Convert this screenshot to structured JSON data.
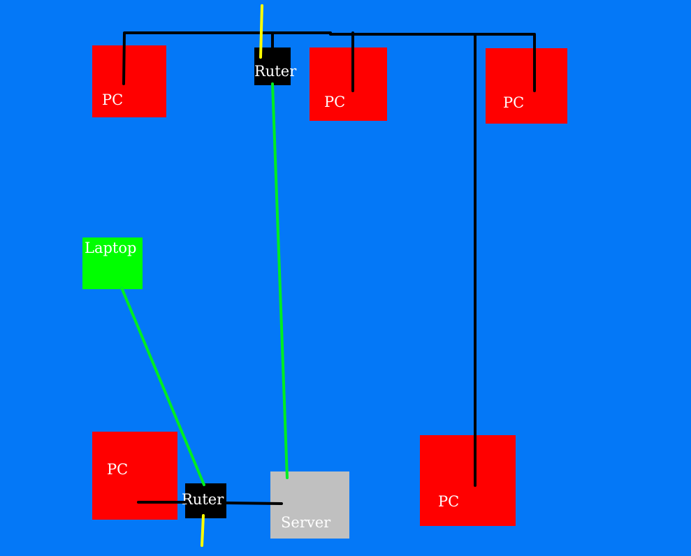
{
  "colors": {
    "background": "#0478f7",
    "pc": "#ff0000",
    "router": "#000000",
    "laptop": "#00ff00",
    "server": "#c0c0c0",
    "cable_wired": "#000000",
    "cable_wireless": "#00ee22",
    "cable_uplink": "#ffff00",
    "label_text": "#ffffff"
  },
  "nodes": {
    "pc_top_left": "PC",
    "router_top": "Ruter",
    "pc_top_middle": "PC",
    "pc_top_right": "PC",
    "laptop": "Laptop",
    "pc_bottom_left": "PC",
    "router_bottom": "Ruter",
    "server": "Server",
    "pc_bottom_right": "PC"
  }
}
